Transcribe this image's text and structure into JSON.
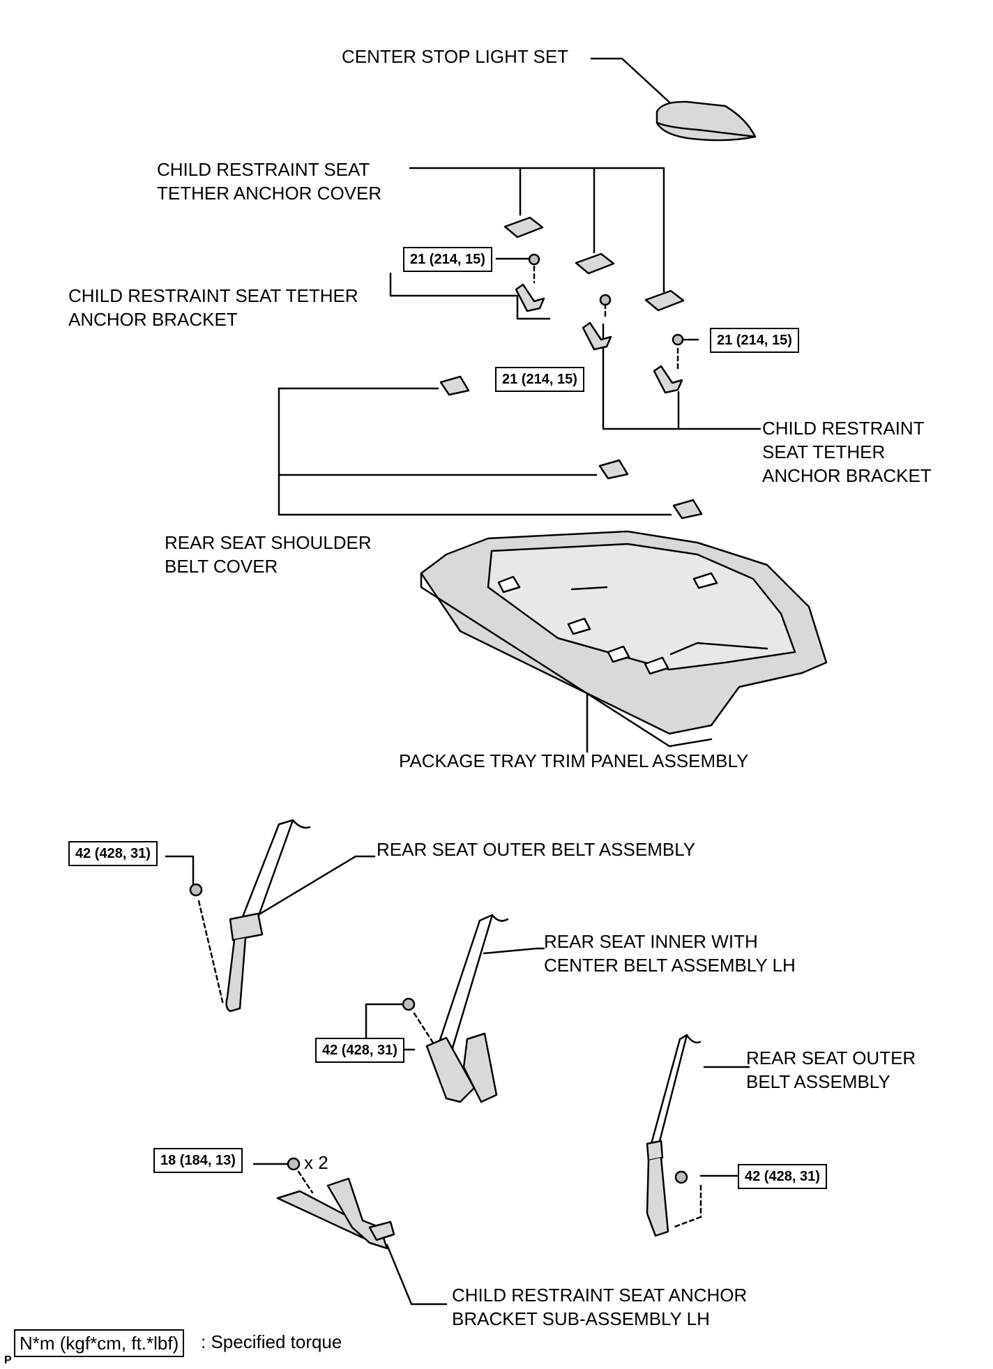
{
  "labels": {
    "center_stop_light": "CENTER STOP LIGHT SET",
    "tether_cover": [
      "CHILD RESTRAINT SEAT",
      "TETHER ANCHOR COVER"
    ],
    "tether_bracket_left": [
      "CHILD RESTRAINT SEAT TETHER",
      "ANCHOR BRACKET"
    ],
    "tether_bracket_right": [
      "CHILD RESTRAINT",
      "SEAT TETHER",
      "ANCHOR BRACKET"
    ],
    "shoulder_belt_cover": [
      "REAR SEAT SHOULDER",
      "BELT COVER"
    ],
    "package_tray": "PACKAGE TRAY TRIM PANEL ASSEMBLY",
    "outer_belt_left": "REAR SEAT OUTER BELT ASSEMBLY",
    "inner_center_belt": [
      "REAR SEAT INNER WITH",
      "CENTER BELT ASSEMBLY LH"
    ],
    "outer_belt_right": [
      "REAR SEAT OUTER",
      "BELT ASSEMBLY"
    ],
    "anchor_bracket_sub": [
      "CHILD RESTRAINT SEAT ANCHOR",
      "BRACKET SUB-ASSEMBLY LH"
    ]
  },
  "torques": {
    "t21_a": "21 (214, 15)",
    "t21_b": "21 (214, 15)",
    "t21_c": "21 (214, 15)",
    "t42_a": "42 (428, 31)",
    "t42_b": "42 (428, 31)",
    "t42_c": "42 (428, 31)",
    "t18": "18 (184, 13)"
  },
  "multiplier": "x 2",
  "legend": {
    "box": "N*m (kgf*cm, ft.*lbf)",
    "text": ": Specified torque"
  },
  "code": "P"
}
